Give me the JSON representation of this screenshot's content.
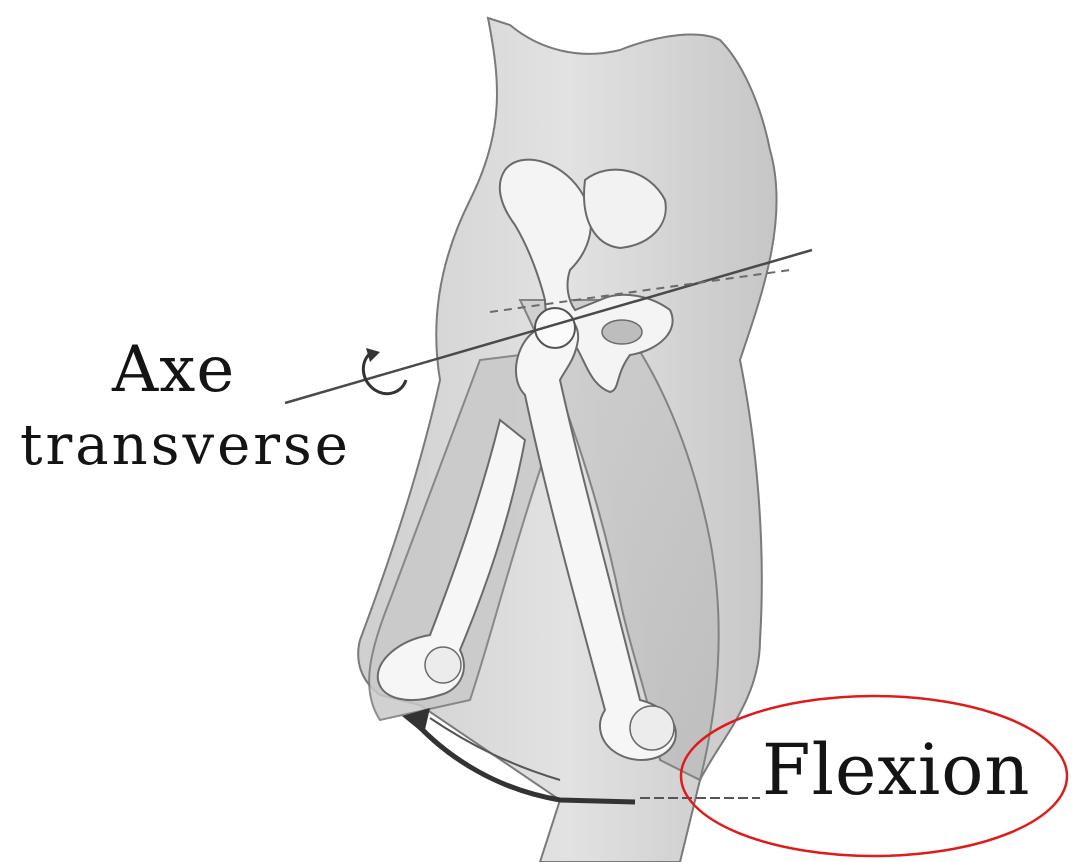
{
  "labels": {
    "axis_line1": "Axe",
    "axis_line2": "transverse",
    "movement": "Flexion"
  },
  "colors": {
    "background": "#ffffff",
    "skin_fill": "#d6d6d6",
    "bone_fill": "#f4f4f4",
    "outline": "#6a6a6a",
    "text": "#141414",
    "highlight_ellipse": "#e01b1b"
  }
}
